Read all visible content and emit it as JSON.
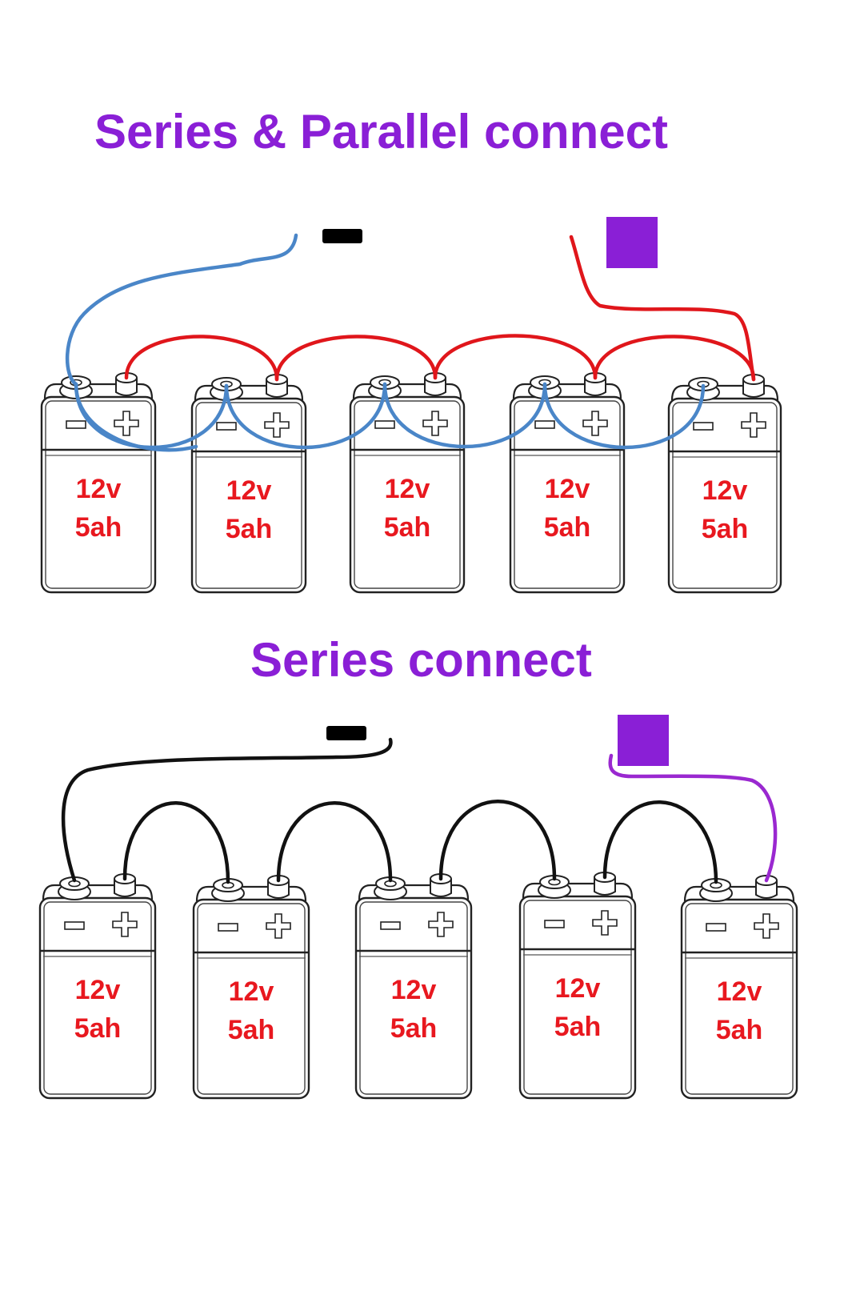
{
  "titles": {
    "top": "Series & Parallel connect",
    "bottom": "Series connect"
  },
  "colors": {
    "title": "#8a1fd6",
    "label": "#e8181f",
    "positive_wire": "#e0161b",
    "negative_wire": "#4a86c8",
    "series_wire": "#111111",
    "output_plus_wire": "#9a28d0",
    "minus_sign": "#000000",
    "plus_sign": "#8a1fd6"
  },
  "battery": {
    "voltage": "12v",
    "capacity": "5ah",
    "neg_symbol": "−",
    "pos_symbol": "+"
  },
  "diagrams": [
    {
      "id": "series-parallel",
      "battery_count": 5
    },
    {
      "id": "series",
      "battery_count": 5
    }
  ],
  "icons": [
    "minus-sign-icon",
    "plus-sign-icon",
    "battery-icon",
    "terminal-icon"
  ]
}
